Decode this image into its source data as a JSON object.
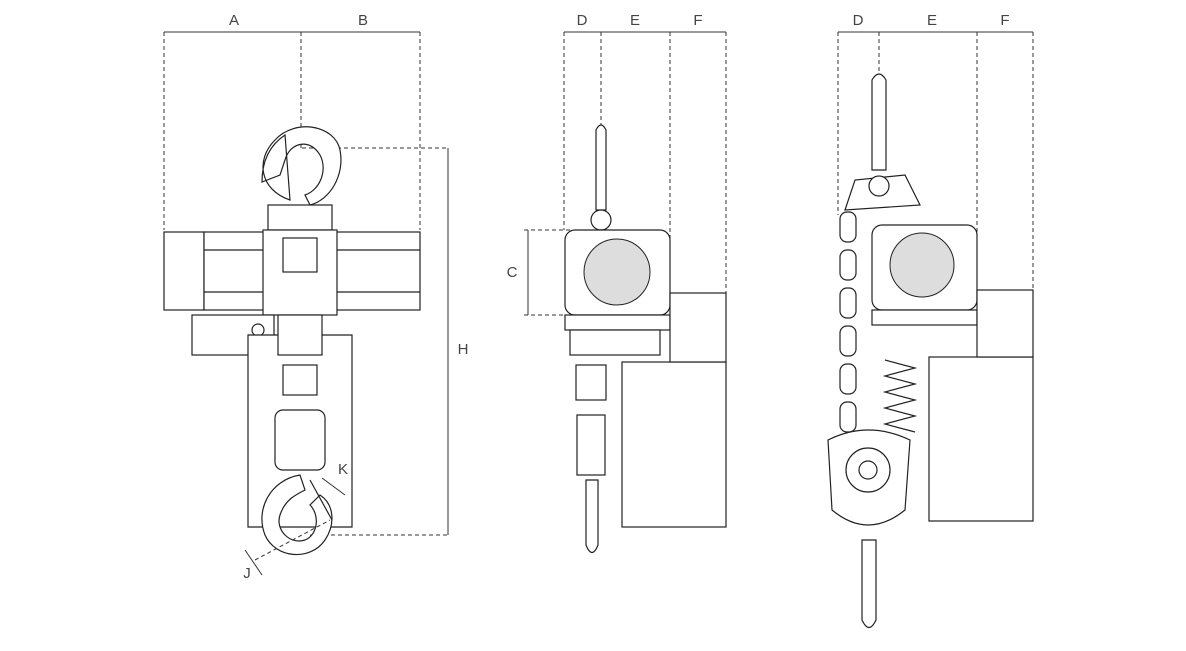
{
  "diagram": {
    "front_view": {
      "labels": {
        "A": "A",
        "B": "B",
        "H": "H",
        "J": "J",
        "K": "K"
      }
    },
    "side_view": {
      "labels": {
        "D": "D",
        "E": "E",
        "F": "F",
        "C": "C"
      }
    },
    "side_view_chain": {
      "labels": {
        "D": "D",
        "E": "E",
        "F": "F"
      }
    }
  }
}
